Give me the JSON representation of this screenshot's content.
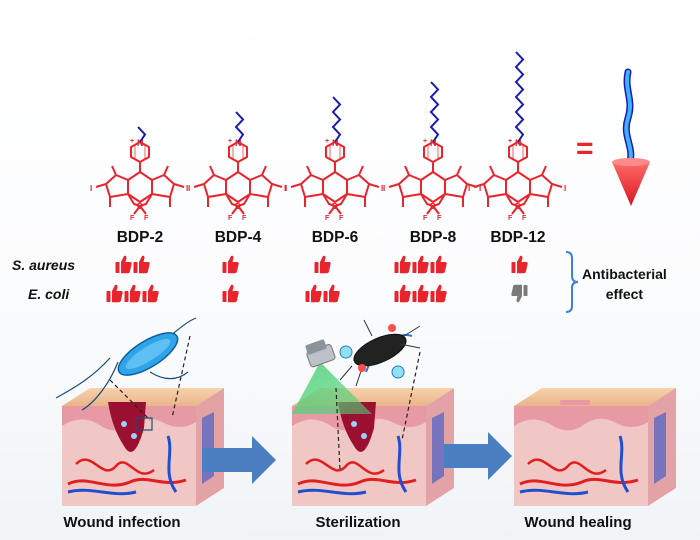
{
  "compounds": [
    {
      "name": "BDP-2",
      "chain": 1,
      "aureus": 2,
      "coli": 3
    },
    {
      "name": "BDP-4",
      "chain": 3,
      "aureus": 1,
      "coli": 1
    },
    {
      "name": "BDP-6",
      "chain": 5,
      "aureus": 1,
      "coli": 2
    },
    {
      "name": "BDP-8",
      "chain": 7,
      "aureus": 3,
      "coli": 3
    },
    {
      "name": "BDP-12",
      "chain": 11,
      "aureus": 1,
      "coli": -1
    }
  ],
  "bacteria": {
    "s_aureus": "S. aureus",
    "e_coli": "E. coli"
  },
  "effect": {
    "line1": "Antibacterial",
    "line2": "effect"
  },
  "equals_symbol": "=",
  "stages": {
    "infection": "Wound infection",
    "sterilization": "Sterilization",
    "healing": "Wound healing"
  },
  "atom_labels": {
    "n_plus": "N",
    "boron": "B",
    "fluorine": "F",
    "iodine": "I",
    "charge": "+"
  },
  "colors": {
    "molecule": "#e8242c",
    "chain": "#1a1ab0",
    "thumb_up": "#e8242c",
    "thumb_down": "#7a7a7a",
    "arrow": "#4a7fc2",
    "bracket": "#3d7fd6",
    "skin_top": "#f3c9a2",
    "skin_mid": "#e89aa4",
    "tissue": "#f1c7c6"
  },
  "icons": [
    "thumbs-up-icon",
    "thumbs-down-icon",
    "bacteria-icon",
    "light-source-icon",
    "cone-icon",
    "arrow-right-icon"
  ]
}
